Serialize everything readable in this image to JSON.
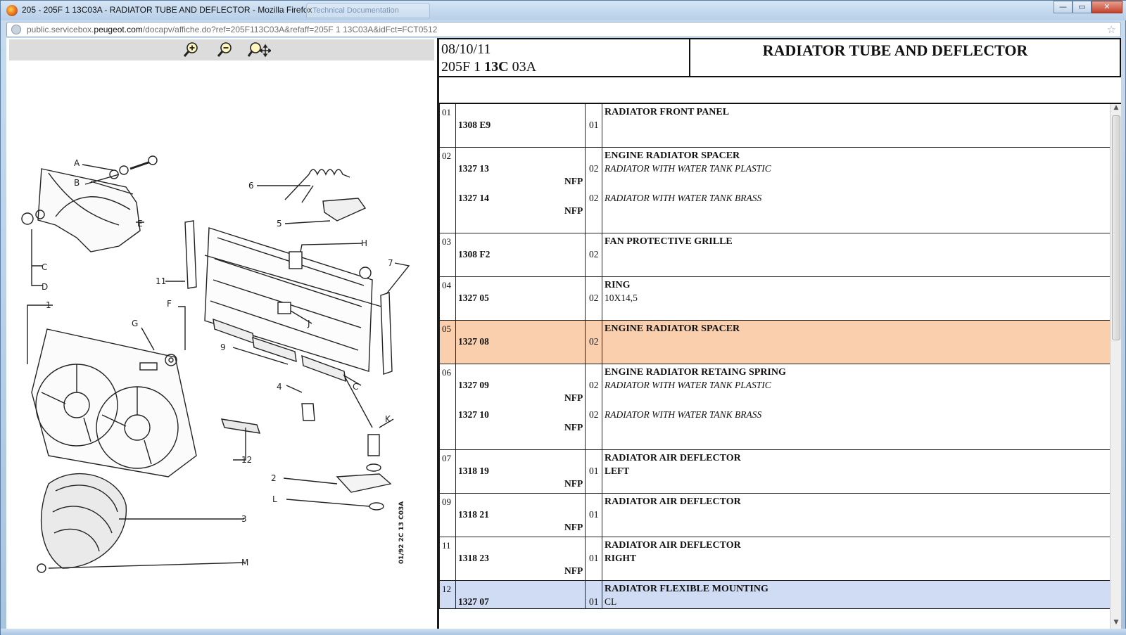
{
  "window": {
    "title": "205 - 205F 1 13C03A - RADIATOR TUBE AND DEFLECTOR - Mozilla Firefox",
    "ghost_tab": "Technical Documentation",
    "buttons": {
      "minimize": "—",
      "maximize": "▭",
      "close": "✕"
    }
  },
  "address": {
    "prefix": "public.servicebox.",
    "domain": "peugeot.com",
    "suffix": "/docapv/affiche.do?ref=205F113C03A&refaff=205F 1 13C03A&idFct=FCT0512"
  },
  "zoom_tools": [
    "zoom-in",
    "zoom-out",
    "zoom-pan"
  ],
  "diagram": {
    "callouts": [
      "A",
      "B",
      "E",
      "C",
      "D",
      "1",
      "11",
      "6",
      "5",
      "H",
      "7",
      "F",
      "G",
      "J",
      "9",
      "4",
      "K",
      "12",
      "2",
      "L",
      "3",
      "M"
    ],
    "stamp": "01/92 2C 13 C03A"
  },
  "header": {
    "date": "08/10/11",
    "ref_prefix": "205F 1 ",
    "ref_bold": "13C",
    "ref_suffix": " 03A",
    "title": "RADIATOR TUBE AND DEFLECTOR"
  },
  "colors": {
    "highlight_orange": "#f9cfad",
    "highlight_blue": "#cfdcf3"
  },
  "parts": [
    {
      "idx": "01",
      "name": "RADIATOR FRONT PANEL",
      "lines": [
        {
          "ref": "1308 E9",
          "qty": "01",
          "sub": "",
          "nfp": ""
        }
      ]
    },
    {
      "idx": "02",
      "name": "ENGINE RADIATOR SPACER",
      "lines": [
        {
          "ref": "1327 13",
          "qty": "02",
          "sub": "RADIATOR WITH WATER TANK PLASTIC",
          "nfp": "NFP"
        },
        {
          "ref": "1327 14",
          "qty": "02",
          "sub": "RADIATOR WITH WATER TANK BRASS",
          "nfp": "NFP"
        }
      ]
    },
    {
      "idx": "03",
      "name": "FAN PROTECTIVE GRILLE",
      "lines": [
        {
          "ref": "1308 F2",
          "qty": "02",
          "sub": "",
          "nfp": ""
        }
      ]
    },
    {
      "idx": "04",
      "name": "RING",
      "lines": [
        {
          "ref": "1327 05",
          "qty": "02",
          "sub": "10X14,5",
          "nfp": ""
        }
      ]
    },
    {
      "idx": "05",
      "name": "ENGINE RADIATOR SPACER",
      "lines": [
        {
          "ref": "1327 08",
          "qty": "02",
          "sub": "",
          "nfp": ""
        }
      ]
    },
    {
      "idx": "06",
      "name": "ENGINE RADIATOR RETAING SPRING",
      "lines": [
        {
          "ref": "1327 09",
          "qty": "02",
          "sub": "RADIATOR WITH WATER TANK PLASTIC",
          "nfp": "NFP"
        },
        {
          "ref": "1327 10",
          "qty": "02",
          "sub": "RADIATOR WITH WATER TANK BRASS",
          "nfp": "NFP"
        }
      ]
    },
    {
      "idx": "07",
      "name": "RADIATOR AIR DEFLECTOR",
      "lines": [
        {
          "ref": "1318 19",
          "qty": "01",
          "sub": "LEFT",
          "nfp": "NFP"
        }
      ]
    },
    {
      "idx": "09",
      "name": "RADIATOR AIR DEFLECTOR",
      "lines": [
        {
          "ref": "1318 21",
          "qty": "01",
          "sub": "",
          "nfp": "NFP"
        }
      ]
    },
    {
      "idx": "11",
      "name": "RADIATOR AIR DEFLECTOR",
      "lines": [
        {
          "ref": "1318 23",
          "qty": "01",
          "sub": "RIGHT",
          "nfp": "NFP"
        }
      ]
    },
    {
      "idx": "12",
      "name": "RADIATOR FLEXIBLE MOUNTING",
      "lines": [
        {
          "ref": "1327 07",
          "qty": "01",
          "sub": "CL",
          "nfp": ""
        }
      ]
    }
  ]
}
